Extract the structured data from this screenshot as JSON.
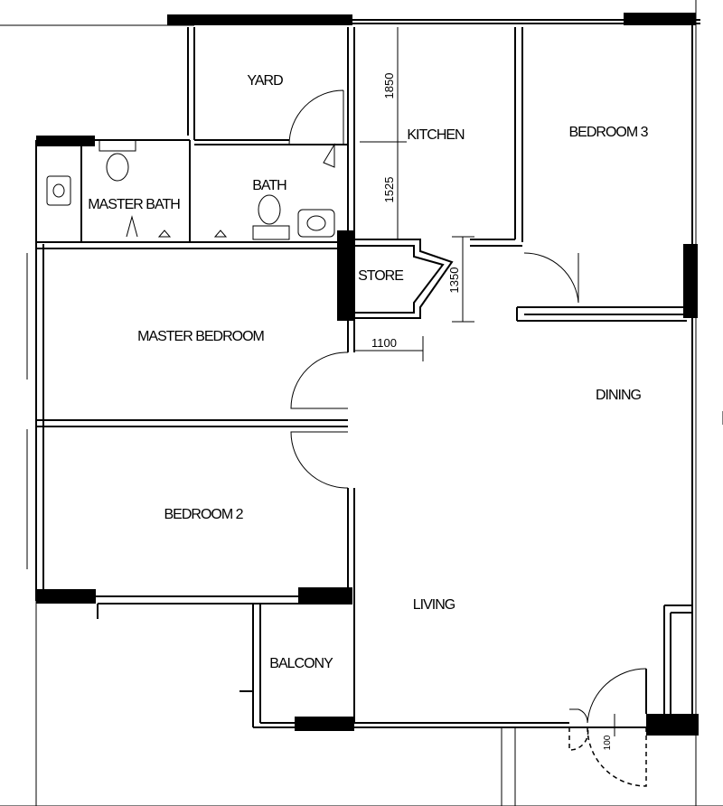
{
  "title": "Floor plan",
  "rooms": {
    "yard": "YARD",
    "kitchen": "KITCHEN",
    "bedroom3": "BEDROOM 3",
    "bath": "BATH",
    "master_bath": "MASTER BATH",
    "store": "STORE",
    "master_bedroom": "MASTER BEDROOM",
    "dining": "DINING",
    "bedroom2": "BEDROOM 2",
    "living": "LIVING",
    "balcony": "BALCONY"
  },
  "dimensions": {
    "kitchen_upper": "1850",
    "kitchen_lower": "1525",
    "store_depth": "1350",
    "store_width": "1100",
    "entrance": "100"
  }
}
